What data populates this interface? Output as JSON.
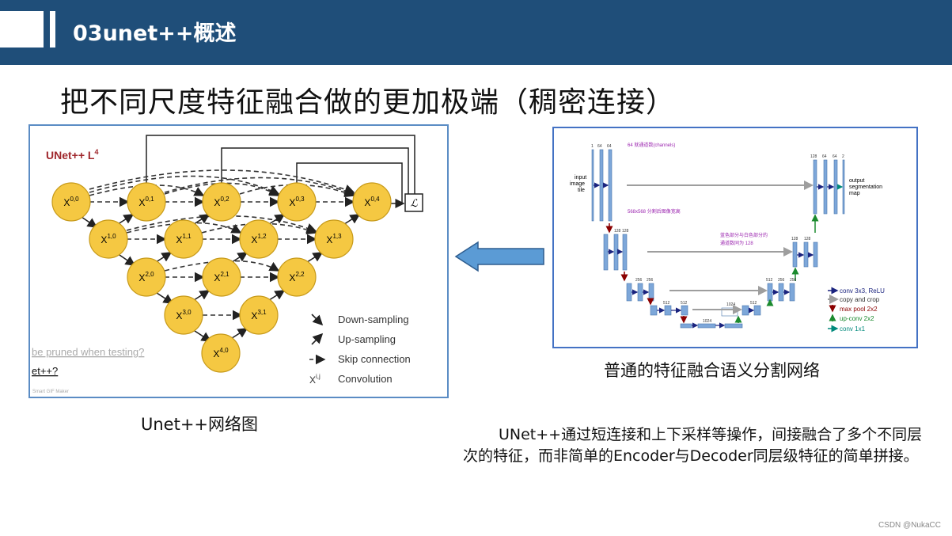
{
  "header": {
    "title": "03unet++概述"
  },
  "subtitle": "把不同尺度特征融合做的更加极端（稠密连接）",
  "left_diagram": {
    "title": "UNet++ L",
    "title_sup": "4",
    "nodes": {
      "x00": "X",
      "x00_sup": "0,0",
      "x01": "X",
      "x01_sup": "0,1",
      "x02": "X",
      "x02_sup": "0,2",
      "x03": "X",
      "x03_sup": "0,3",
      "x04": "X",
      "x04_sup": "0,4",
      "x10": "X",
      "x10_sup": "1,0",
      "x11": "X",
      "x11_sup": "1,1",
      "x12": "X",
      "x12_sup": "1,2",
      "x13": "X",
      "x13_sup": "1,3",
      "x20": "X",
      "x20_sup": "2,0",
      "x21": "X",
      "x21_sup": "2,1",
      "x22": "X",
      "x22_sup": "2,2",
      "x30": "X",
      "x30_sup": "3,0",
      "x31": "X",
      "x31_sup": "3,1",
      "x40": "X",
      "x40_sup": "4,0"
    },
    "loss_label": "ℒ",
    "legend": {
      "down": "Down-sampling",
      "up": "Up-sampling",
      "skip": "Skip connection",
      "conv_symbol": "X",
      "conv_sup": "i,j",
      "conv": "Convolution"
    },
    "overlay": {
      "pruned": "be pruned when testing?",
      "etpp": "et++?",
      "maker": "Smart GIF Maker"
    }
  },
  "right_diagram": {
    "input_label_1": "input",
    "input_label_2": "image",
    "input_label_3": "tile",
    "output_label_1": "output",
    "output_label_2": "segmentation",
    "output_label_3": "map",
    "anno_channels": "64 就通道数(channels)",
    "anno_size": "568x568 分割后图像宽高",
    "anno_color_1": "蓝色部分与白色部分的",
    "anno_color_2": "通道数同为 128",
    "dims": {
      "c1": "1",
      "c64a": "64",
      "c64b": "64",
      "c128a": "128",
      "c128b": "128",
      "c256a": "256",
      "c256b": "256",
      "c512a": "512",
      "c512b": "512",
      "c1024a": "1024",
      "c1024b": "1024",
      "c512c": "512",
      "c512d": "512",
      "c256c": "256",
      "c256d": "256",
      "c128c": "128",
      "c128d": "128",
      "c128e": "128",
      "c64c": "64",
      "c64d": "64",
      "c2": "2"
    },
    "legend": {
      "conv": "conv 3x3, ReLU",
      "copy": "copy and crop",
      "pool": "max pool 2x2",
      "upconv": "up-conv 2x2",
      "conv1": "conv 1x1"
    },
    "colors": {
      "conv": "#1a237e",
      "copy": "#9e9e9e",
      "pool": "#8b0000",
      "upconv": "#1b8a2e",
      "conv1": "#00897b",
      "block": "#7da7d9"
    }
  },
  "caption_left": "Unet++网络图",
  "caption_right": "普通的特征融合语义分割网络",
  "description": "UNet++通过短连接和上下采样等操作，间接融合了多个不同层次的特征，而非简单的Encoder与Decoder同层级特征的简单拼接。",
  "watermark": "CSDN @NukaCC",
  "colors": {
    "header": "#1f4e79",
    "node_fill": "#f5c842",
    "arrow_fill": "#5b9bd5",
    "title_red": "#a0282d"
  }
}
